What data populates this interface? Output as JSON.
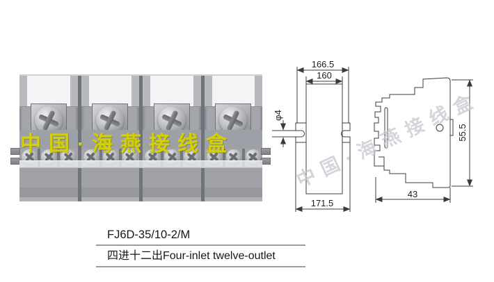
{
  "product": {
    "model": "FJ6D-35/10-2/M",
    "description": "四进十二出Four-inlet twelve-outlet"
  },
  "watermarks": {
    "photo": "中国·海燕接线盒",
    "drawings": "中国·海燕接线盒"
  },
  "front_view": {
    "dim_top_outer": "166.5",
    "dim_top_inner": "160",
    "dim_bottom": "171.5",
    "dim_slot": "φ4"
  },
  "side_view": {
    "dim_height": "55.5",
    "dim_width": "43"
  },
  "colors": {
    "watermark_yellow": "#d3d004",
    "watermark_gray": "#c6c7cf",
    "drawing_line": "#3b3b3d",
    "body_gray": "#a4a6ac"
  }
}
